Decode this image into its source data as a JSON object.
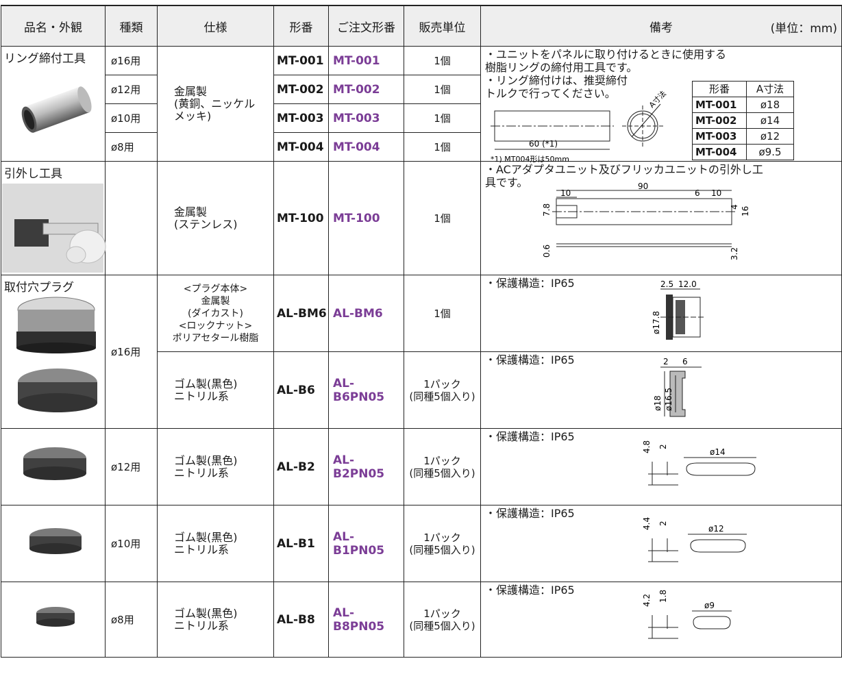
{
  "header": {
    "name": "品名・外観",
    "kind": "種類",
    "spec": "仕様",
    "model": "形番",
    "order": "ご注文形番",
    "unit": "販売単位",
    "remarks": "備考",
    "unit_note": "(単位：mm)"
  },
  "groups": {
    "ring_tool": "リング締付工具",
    "puller": "引外し工具",
    "plug": "取付穴プラグ"
  },
  "rows": [
    {
      "type": "ø16用",
      "spec": "",
      "model": "MT-001",
      "order": "MT-001",
      "unit": "1個"
    },
    {
      "type": "ø12用",
      "spec": "金属製\n(黄銅、ニッケル\nメッキ)",
      "model": "MT-002",
      "order": "MT-002",
      "unit": "1個"
    },
    {
      "type": "ø10用",
      "spec": "",
      "model": "MT-003",
      "order": "MT-003",
      "unit": "1個"
    },
    {
      "type": "ø8用",
      "spec": "",
      "model": "MT-004",
      "order": "MT-004",
      "unit": "1個"
    },
    {
      "type": "",
      "spec": "金属製\n(ステンレス)",
      "model": "MT-100",
      "order": "MT-100",
      "unit": "1個"
    },
    {
      "type": "ø16用",
      "spec": "<プラグ本体>\n金属製\n(ダイカスト)\n<ロックナット>\nポリアセタール樹脂",
      "model": "AL-BM6",
      "order": "AL-BM6",
      "unit": "1個"
    },
    {
      "type": "",
      "spec": "ゴム製(黒色)\nニトリル系",
      "model": "AL-B6",
      "order": "AL-B6PN05",
      "unit": "1パック\n(同種5個入り)"
    },
    {
      "type": "ø12用",
      "spec": "ゴム製(黒色)\nニトリル系",
      "model": "AL-B2",
      "order": "AL-B2PN05",
      "unit": "1パック\n(同種5個入り)"
    },
    {
      "type": "ø10用",
      "spec": "ゴム製(黒色)\nニトリル系",
      "model": "AL-B1",
      "order": "AL-B1PN05",
      "unit": "1パック\n(同種5個入り)"
    },
    {
      "type": "ø8用",
      "spec": "ゴム製(黒色)\nニトリル系",
      "model": "AL-B8",
      "order": "AL-B8PN05",
      "unit": "1パック\n(同種5個入り)"
    }
  ],
  "remarks": {
    "ring_1": "・ユニットをパネルに取り付けるときに使用する\n 樹脂リングの締付用工具です。",
    "ring_2": "・リング締付けは、推奨締付\n トルクで行ってください。",
    "ring_dim": "60 (*1)",
    "ring_note": "*1) MT004形は50mm",
    "ring_a_label": "A寸法",
    "ring_table": {
      "h1": "形番",
      "h2": "A寸法",
      "rows": [
        [
          "MT-001",
          "ø18"
        ],
        [
          "MT-002",
          "ø14"
        ],
        [
          "MT-003",
          "ø12"
        ],
        [
          "MT-004",
          "ø9.5"
        ]
      ]
    },
    "puller": "・ACアダプタユニット及びフリッカユニットの引外し工\n 具です。",
    "puller_dims": {
      "d90": "90",
      "d10a": "10",
      "d6": "6",
      "d10b": "10",
      "d4": "4",
      "d16": "16",
      "d78": "7.8",
      "d06": "0.6",
      "d32": "3.2"
    },
    "ip": "・保護構造：IP65",
    "bm6_dims": {
      "a": "2.5",
      "b": "12.0",
      "c": "ø17.8"
    },
    "b6_dims": {
      "a": "2",
      "b": "6",
      "c": "ø18",
      "d": "ø16.5"
    },
    "b2_dims": {
      "a": "4.8",
      "b": "2",
      "c": "ø14"
    },
    "b1_dims": {
      "a": "4.4",
      "b": "2",
      "c": "ø12"
    },
    "b8_dims": {
      "a": "4.2",
      "b": "1.8",
      "c": "ø9"
    }
  }
}
